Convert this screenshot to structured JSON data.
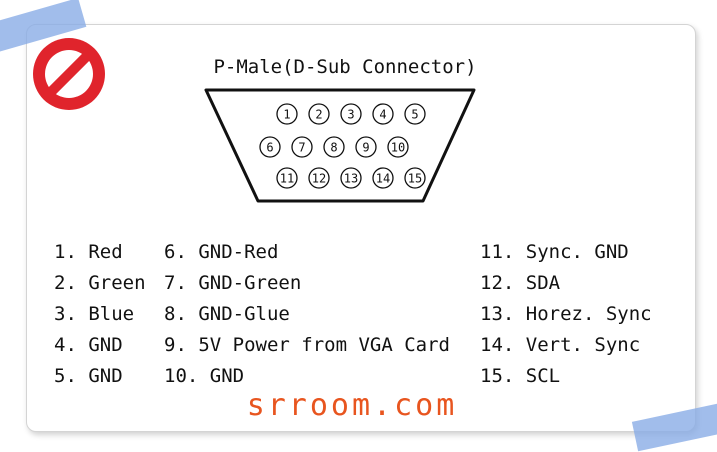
{
  "title": "P-Male(D-Sub Connector)",
  "connector": {
    "row1": [
      "1",
      "2",
      "3",
      "4",
      "5"
    ],
    "row2": [
      "6",
      "7",
      "8",
      "9",
      "10"
    ],
    "row3": [
      "11",
      "12",
      "13",
      "14",
      "15"
    ]
  },
  "pinouts": {
    "col1": [
      "1. Red",
      "2. Green",
      "3. Blue",
      "4. GND",
      "5. GND"
    ],
    "col2": [
      "6. GND-Red",
      "7. GND-Green",
      "8. GND-Glue",
      "9. 5V Power from VGA Card",
      "10. GND"
    ],
    "col3": [
      "11. Sync. GND",
      "12. SDA",
      "13. Horez. Sync",
      "14. Vert. Sync",
      "15. SCL"
    ]
  },
  "watermark": "srroom.com",
  "colors": {
    "watermark": "#e8551f",
    "no_icon": "#e0242c",
    "tape": "#87aae6"
  },
  "icons": {
    "no_symbol": "prohibition-icon"
  }
}
